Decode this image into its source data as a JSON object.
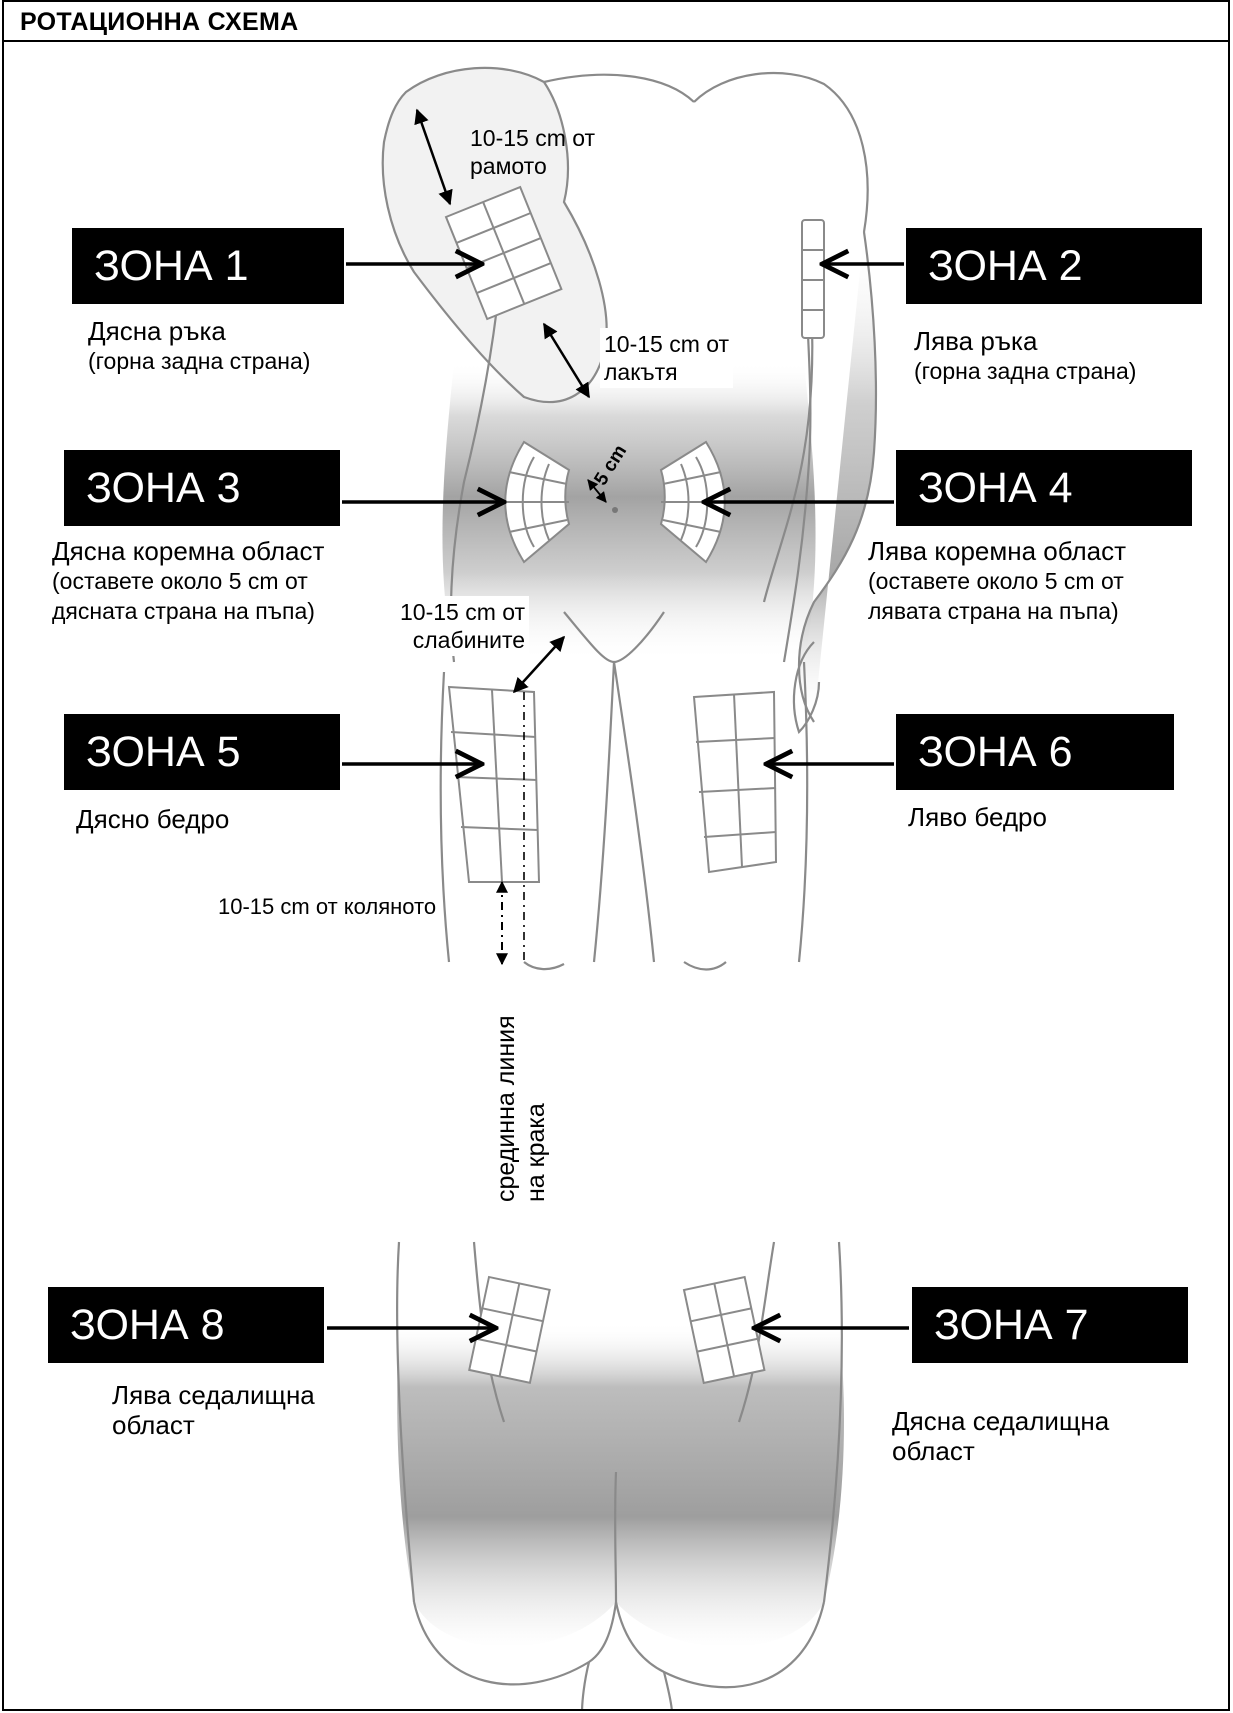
{
  "title": "РОТАЦИОННА СХЕМА",
  "zones": [
    {
      "label": "ЗОНА 1",
      "area_lines": [
        "Дясна ръка",
        "(горна задна страна)"
      ]
    },
    {
      "label": "ЗОНА 2",
      "area_lines": [
        "Лява ръка",
        "(горна задна страна)"
      ]
    },
    {
      "label": "ЗОНА 3",
      "area_lines": [
        "Дясна коремна област",
        "(оставете около 5 cm от",
        "дясната страна на пъпа)"
      ]
    },
    {
      "label": "ЗОНА 4",
      "area_lines": [
        "Лява коремна област",
        "(оставете около 5 cm от",
        "лявата страна на пъпа)"
      ]
    },
    {
      "label": "ЗОНА 5",
      "area_lines": [
        "Дясно бедро"
      ]
    },
    {
      "label": "ЗОНА 6",
      "area_lines": [
        "Ляво бедро"
      ]
    },
    {
      "label": "ЗОНА 7",
      "area_lines": [
        "Дясна седалищна",
        "област"
      ]
    },
    {
      "label": "ЗОНА 8",
      "area_lines": [
        "Лява седалищна",
        "област"
      ]
    }
  ],
  "distances": {
    "shoulder": [
      "10-15 cm от",
      "рамото"
    ],
    "elbow": [
      "10-15 cm от",
      "лакътя"
    ],
    "navel": "5 cm",
    "groin": [
      "10-15 cm от",
      "слабините"
    ],
    "knee": "10-15 cm от коляното",
    "midline": [
      "срединна линия",
      "на крака"
    ]
  },
  "colors": {
    "label_background": "#000000",
    "label_text": "#ffffff",
    "body_outline": "#8a8a8a",
    "body_shading": "#9a9a9a",
    "grid_fill": "#ffffff",
    "arrow": "#000000"
  }
}
